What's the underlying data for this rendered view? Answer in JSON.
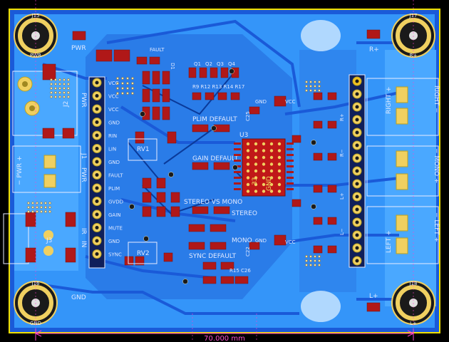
{
  "colors": {
    "board_edge": "#f0e000",
    "copper_fill": "#3aa0ff",
    "copper_dark": "#1a5ad8",
    "silk": "#e8ecff",
    "pad_red": "#b01818",
    "pad_gold": "#f0d060",
    "via": "#f0e0a0",
    "dimension": "#ff3fd0"
  },
  "mount_holes": {
    "tl": {
      "ref": "J15",
      "pin": "PWR"
    },
    "tr": {
      "ref": "J17",
      "pin": "R+"
    },
    "bl": {
      "ref": "J16",
      "pin": "GND"
    },
    "br": {
      "ref": "J18",
      "pin": "L+"
    }
  },
  "silk_labels": {
    "pwr_top": "PWR",
    "gnd_bottom": "GND",
    "rplus": "R+",
    "lplus": "L+",
    "fault": "FAULT",
    "d1": "D1",
    "j2": "J2",
    "pwr_conn": "PWR",
    "pwr_side": "− PWR +",
    "j1": "J1",
    "pwr_j1": "PWR",
    "j3": "J3",
    "ir": "IR",
    "in": "IN",
    "rv1": "RV1",
    "rv2": "RV2",
    "u3": "U3",
    "chip_33": "33",
    "chip_gnd": "GND",
    "plim_default": "PLIM DEFAULT",
    "gain_default": "GAIN DEFAULT",
    "stereo_vs_mono": "STEREO VS MONO",
    "stereo": "STEREO",
    "mono": "MONO",
    "sync_default": "SYNC DEFAULT",
    "gnd_a": "GND",
    "vcc_a": "VCC",
    "gnd_b": "GND",
    "vcc_b": "VCC",
    "c25": "C25",
    "c22": "C22",
    "right_plus": "RIGHT +",
    "right_minus": "RIGHT −",
    "mono_side": "− MONO +",
    "left_plus": "LEFT +",
    "left_minus": "− LEFT +",
    "r_plus_h": "R+",
    "r_minus_h": "R−",
    "l_plus_h": "L+",
    "l_minus_h": "L−",
    "q1": "Q1",
    "q2": "Q2",
    "q3": "Q3",
    "q4": "Q4",
    "r_row": "R9 R12 R13 R14 R17",
    "r15": "R15 C26"
  },
  "header_pins": [
    "VCC",
    "VCC",
    "VCC",
    "GND",
    "RIN",
    "LIN",
    "GND",
    "FAULT",
    "PLIM",
    "GVDD",
    "GAIN",
    "MUTE",
    "GND",
    "SYNC"
  ],
  "dimension": {
    "value": "70.000 mm"
  }
}
